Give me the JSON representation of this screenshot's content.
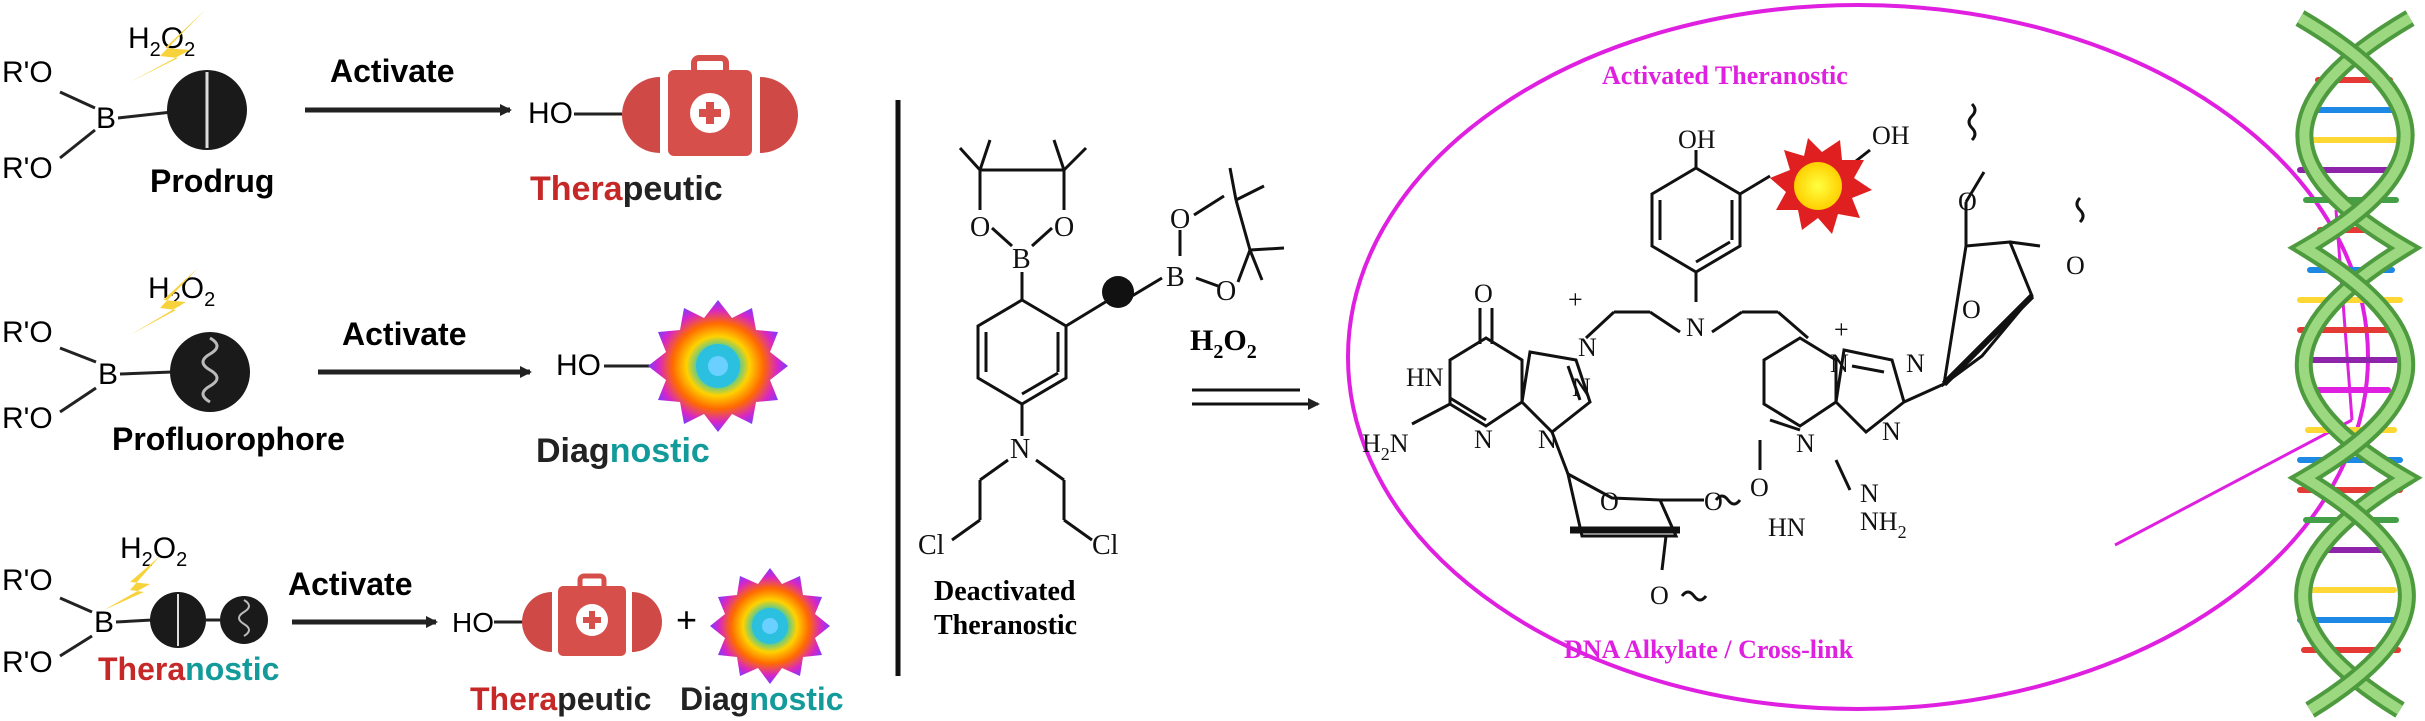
{
  "colors": {
    "therapeutic_red": "#c62828",
    "diagnostic_teal": "#139a9a",
    "magenta": "#e020e0",
    "bolt_yellow": "#f7d23b",
    "helix_green": "#7cc46a"
  },
  "left_panel": {
    "rows": [
      {
        "reagent_main": "H",
        "reagent_sub": "2",
        "reagent_tail": "O",
        "reagent_sub2": "2",
        "ro_top": "R'O",
        "ro_bottom": "R'O",
        "boron": "B",
        "arrow_label": "Activate",
        "ho": "HO",
        "name": "Prodrug",
        "product_colored": "Thera",
        "product_plain": "peutic"
      },
      {
        "reagent_main": "H",
        "reagent_sub": "2",
        "reagent_tail": "O",
        "reagent_sub2": "2",
        "ro_top": "R'O",
        "ro_bottom": "R'O",
        "boron": "B",
        "arrow_label": "Activate",
        "ho": "HO",
        "name": "Profluorophore",
        "product_plain": "Diag",
        "product_colored": "nostic"
      },
      {
        "reagent_main": "H",
        "reagent_sub": "2",
        "reagent_tail": "O",
        "reagent_sub2": "2",
        "ro_top": "R'O",
        "ro_bottom": "R'O",
        "boron": "B",
        "arrow_label": "Activate",
        "ho": "HO",
        "name_colored": "Thera",
        "name_colored2": "nostic",
        "plus": "+",
        "product1_colored": "Thera",
        "product1_plain": "peutic",
        "product2_plain": "Diag",
        "product2_colored": "nostic"
      }
    ]
  },
  "middle": {
    "label_line1": "Deactivated",
    "label_line2": "Theranostic",
    "reagent_main": "H",
    "reagent_sub": "2",
    "reagent_tail": "O",
    "reagent_sub2": "2",
    "atoms": {
      "B": "B",
      "O": "O",
      "N": "N",
      "Cl": "Cl"
    }
  },
  "ellipse": {
    "title": "Activated Theranostic",
    "caption": "DNA Alkylate / Cross-link",
    "atoms": {
      "OH": "OH",
      "N": "N",
      "O": "O",
      "HN": "HN",
      "H": "H",
      "NH": "NH",
      "plus": "+",
      "sub2": "2"
    }
  }
}
